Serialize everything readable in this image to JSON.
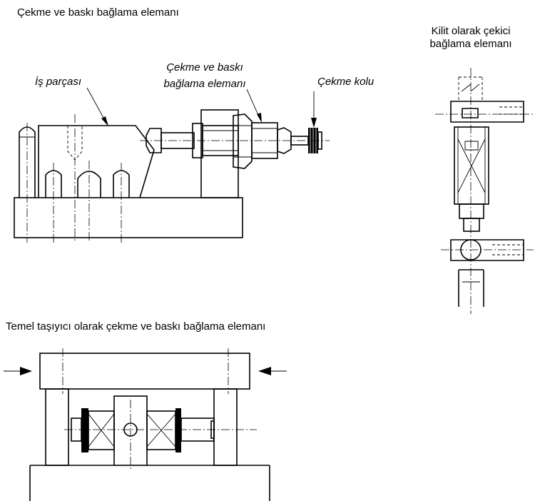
{
  "top_left": {
    "title": "Çekme ve baskı bağlama elemanı",
    "workpiece_label": "İş parçası",
    "element_label_line1": "Çekme ve baskı",
    "element_label_line2": "bağlama elemanı",
    "lever_label": "Çekme kolu"
  },
  "top_right": {
    "title_line1": "Kilit olarak çekici",
    "title_line2": "bağlama elemanı"
  },
  "bottom": {
    "title": "Temel taşıyıcı olarak çekme ve baskı bağlama elemanı"
  }
}
